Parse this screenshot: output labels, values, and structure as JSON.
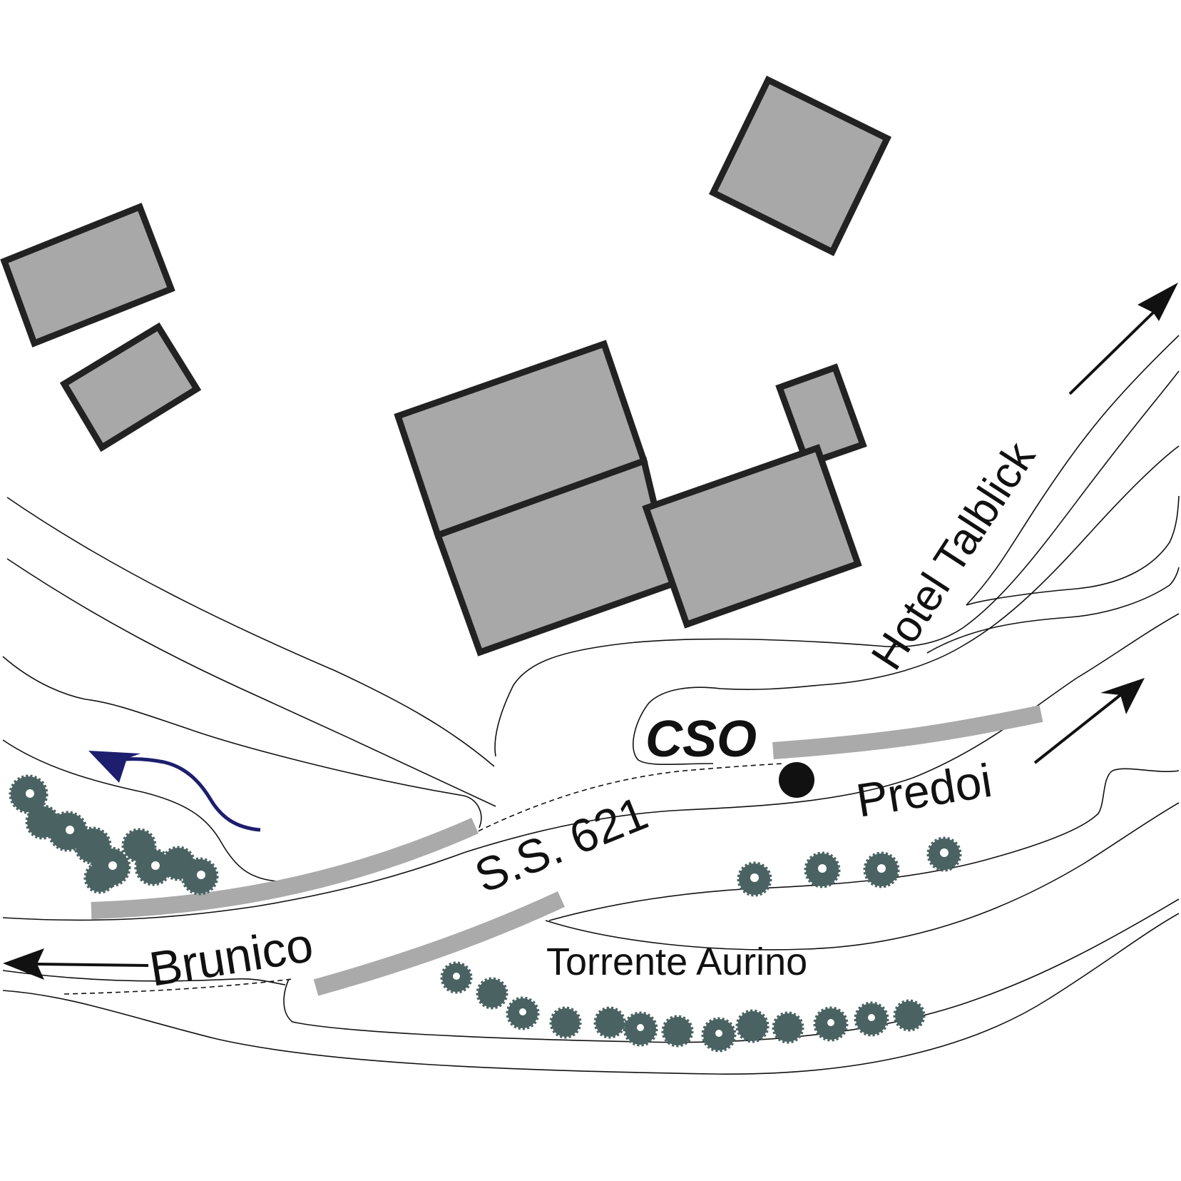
{
  "map": {
    "labels": {
      "cso": "CSO",
      "road": "S.S. 621",
      "west": "Brunico",
      "east": "Predoi",
      "hotel": "Hotel Talblick",
      "stream": "Torrente Aurino"
    },
    "legend_colors": {
      "building": "#a8a8a8",
      "outline": "#222222",
      "bridge": "#aaaaaa",
      "tree": "#4a6262",
      "flow_arrow": "#1e1e6e"
    },
    "icons": [
      "building",
      "bridge-bar",
      "tree",
      "direction-arrow",
      "flow-arrow",
      "location-dot"
    ]
  }
}
